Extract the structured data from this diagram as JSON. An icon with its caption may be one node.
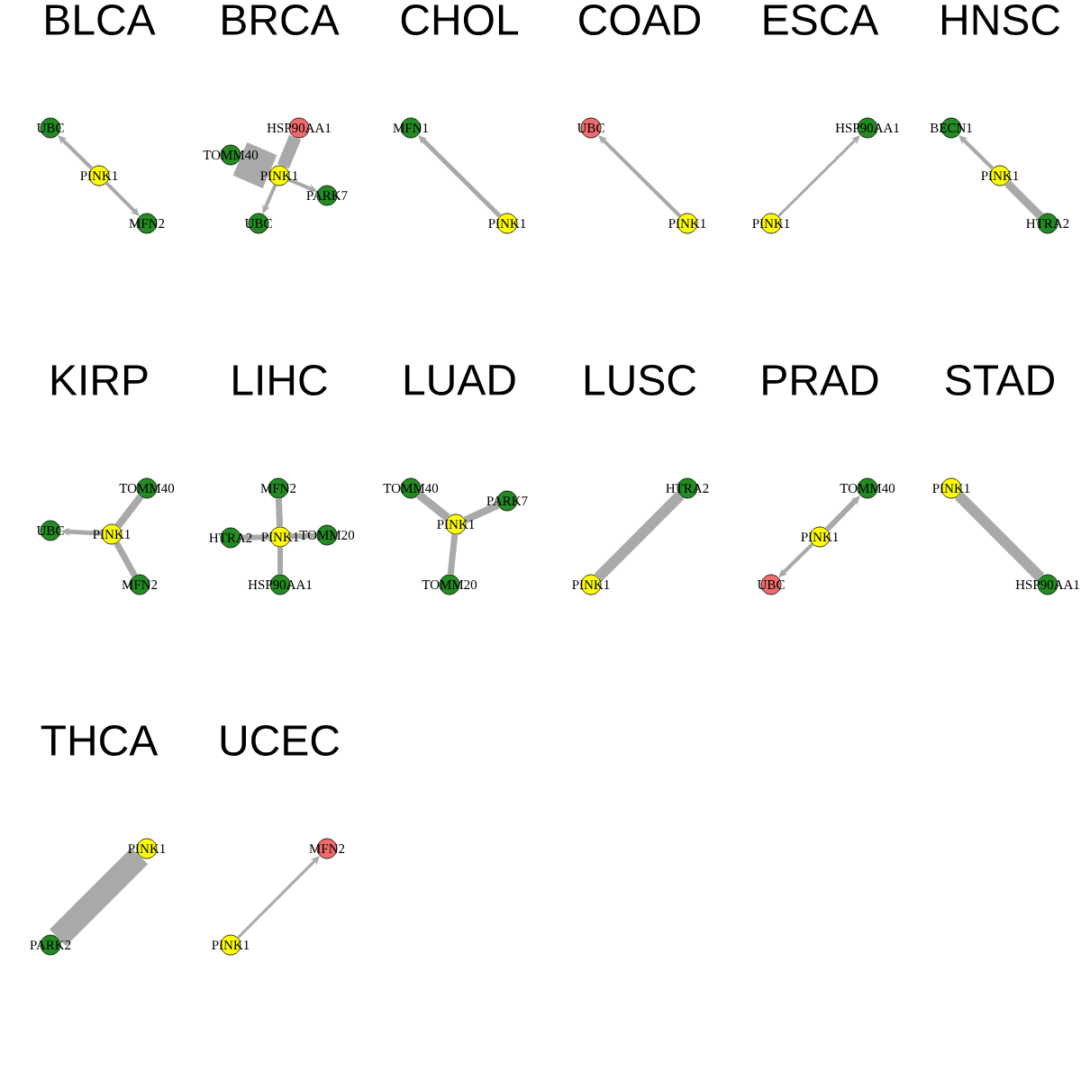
{
  "diagram": {
    "nodes": [
      {
        "text": [
          "UBC"
        ]
      },
      {
        "text": [
          "PINK1"
        ]
      },
      {
        "text": [
          "MFN2"
        ]
      },
      {
        "text": [
          "HSP90AA1"
        ]
      },
      {
        "text": [
          "TOMM40"
        ]
      },
      {
        "text": [
          "PINK1"
        ]
      },
      {
        "text": [
          "PARK7"
        ]
      },
      {
        "text": [
          "UBC"
        ]
      },
      {
        "text": [
          "MFN1"
        ]
      },
      {
        "text": [
          "PINK1"
        ]
      },
      {
        "text": [
          "UBC"
        ]
      },
      {
        "text": [
          "PINK1"
        ]
      },
      {
        "text": [
          "HSP90AA1"
        ]
      },
      {
        "text": [
          "PINK1"
        ]
      },
      {
        "text": [
          "BECN1"
        ]
      },
      {
        "text": [
          "PINK1"
        ]
      },
      {
        "text": [
          "HTRA2"
        ]
      },
      {
        "text": [
          "TOMM40"
        ]
      },
      {
        "text": [
          "UBC"
        ]
      },
      {
        "text": [
          "PINK1"
        ]
      },
      {
        "text": [
          "MFN2"
        ]
      },
      {
        "text": [
          "MFN2"
        ]
      },
      {
        "text": [
          "HTRA2"
        ]
      },
      {
        "text": [
          "PINK1"
        ]
      },
      {
        "text": [
          "TOMM20"
        ]
      },
      {
        "text": [
          "HSP90AA1"
        ]
      },
      {
        "text": [
          "TOMM40"
        ]
      },
      {
        "text": [
          "PARK7"
        ]
      },
      {
        "text": [
          "PINK1"
        ]
      },
      {
        "text": [
          "TOMM20"
        ]
      },
      {
        "text": [
          "HTRA2"
        ]
      },
      {
        "text": [
          "PINK1"
        ]
      },
      {
        "text": [
          "TOMM40"
        ]
      },
      {
        "text": [
          "PINK1"
        ]
      },
      {
        "text": [
          "UBC"
        ]
      },
      {
        "text": [
          "PINK1"
        ]
      },
      {
        "text": [
          "HSP90AA1"
        ]
      },
      {
        "text": [
          "PINK1"
        ]
      },
      {
        "text": [
          "PARK2"
        ]
      },
      {
        "text": [
          "MFN2"
        ]
      },
      {
        "text": [
          "PINK1"
        ]
      }
    ],
    "edges": [
      {
        "from": 1,
        "to": 0,
        "arrow": "to"
      },
      {
        "from": 1,
        "to": 2,
        "arrow": "to"
      },
      {
        "from": 4,
        "to": 5,
        "arrow": "none",
        "style": "thick"
      },
      {
        "from": 3,
        "to": 5,
        "arrow": "none",
        "style": "thick"
      },
      {
        "from": 5,
        "to": 6,
        "arrow": "to"
      },
      {
        "from": 5,
        "to": 7,
        "arrow": "to"
      },
      {
        "from": 9,
        "to": 8,
        "arrow": "to"
      },
      {
        "from": 11,
        "to": 10,
        "arrow": "to"
      },
      {
        "from": 13,
        "to": 12,
        "arrow": "to"
      },
      {
        "from": 15,
        "to": 14,
        "arrow": "to"
      },
      {
        "from": 15,
        "to": 16,
        "arrow": "none"
      },
      {
        "from": 17,
        "to": 19,
        "arrow": "none"
      },
      {
        "from": 19,
        "to": 18,
        "arrow": "to"
      },
      {
        "from": 19,
        "to": 20,
        "arrow": "none"
      },
      {
        "from": 21,
        "to": 23,
        "arrow": "none"
      },
      {
        "from": 22,
        "to": 23,
        "arrow": "none"
      },
      {
        "from": 23,
        "to": 24,
        "arrow": "none"
      },
      {
        "from": 23,
        "to": 25,
        "arrow": "none"
      },
      {
        "from": 26,
        "to": 28,
        "arrow": "none"
      },
      {
        "from": 28,
        "to": 27,
        "arrow": "none"
      },
      {
        "from": 28,
        "to": 29,
        "arrow": "none"
      },
      {
        "from": 31,
        "to": 30,
        "arrow": "none",
        "style": "thick"
      },
      {
        "from": 33,
        "to": 32,
        "arrow": "to"
      },
      {
        "from": 33,
        "to": 34,
        "arrow": "to"
      },
      {
        "from": 35,
        "to": 36,
        "arrow": "none",
        "style": "thick"
      },
      {
        "from": 37,
        "to": 38,
        "arrow": "none",
        "style": "thick"
      },
      {
        "from": 40,
        "to": 39,
        "arrow": "to"
      }
    ],
    "labels": [
      "BLCA",
      "BRCA",
      "CHOL",
      "COAD",
      "ESCA",
      "HNSC",
      "KIRP",
      "LIHC",
      "LUAD",
      "LUSC",
      "PRAD",
      "STAD",
      "THCA",
      "UCEC"
    ]
  }
}
